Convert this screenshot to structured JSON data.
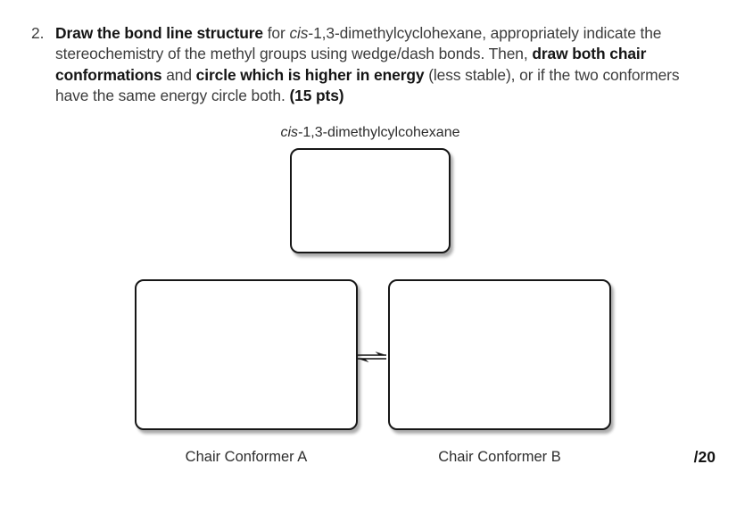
{
  "page": {
    "kind": "worksheet-question",
    "background": "#ffffff"
  },
  "colors": {
    "text_regular": "#3c3c3c",
    "text_bold": "#151515",
    "box_border": "#161616"
  },
  "question": {
    "number": "2.",
    "points": "(15 pts)",
    "lines": [
      {
        "segments": [
          {
            "text": "Draw the bond line structure",
            "bold": true
          },
          {
            "text": " for ",
            "bold": false
          },
          {
            "text": "cis",
            "italic": true
          },
          {
            "text": "-1,3-dimethylcyclohexane, appropriately indicate the",
            "bold": false
          }
        ]
      },
      {
        "segments": [
          {
            "text": "stereochemistry of the methyl groups using wedge/dash bonds. Then, ",
            "bold": false
          },
          {
            "text": "draw both chair",
            "bold": true
          }
        ]
      },
      {
        "segments": [
          {
            "text": "conformations",
            "bold": true
          },
          {
            "text": " and ",
            "bold": false
          },
          {
            "text": "circle which is higher in energy",
            "bold": true
          },
          {
            "text": " (less stable), or if the two conformers",
            "bold": false
          }
        ]
      },
      {
        "segments": [
          {
            "text": "have the same energy circle both. ",
            "bold": false
          },
          {
            "text": "(15 pts)",
            "bold": true
          }
        ]
      }
    ]
  },
  "diagram": {
    "structure_label": {
      "italic_part": "cis",
      "text_part": "-1,3-dimethylcylcohexane"
    },
    "equilibrium_icon": "equilibrium-harpoon-arrows",
    "conformer_a_label": "Chair Conformer A",
    "conformer_b_label": "Chair Conformer B"
  },
  "footer": {
    "score_label": "/20"
  }
}
